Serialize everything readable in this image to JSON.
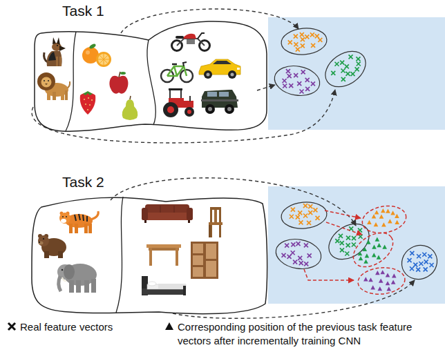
{
  "diagram": {
    "nodes": [
      {
        "text": [
          "Task 1"
        ]
      },
      {
        "text": [
          "Task 2"
        ]
      }
    ],
    "legend": [
      {
        "text": "Real feature vectors"
      },
      {
        "text": "Corresponding position of the previous task feature vectors after incrementally training CNN"
      }
    ]
  }
}
